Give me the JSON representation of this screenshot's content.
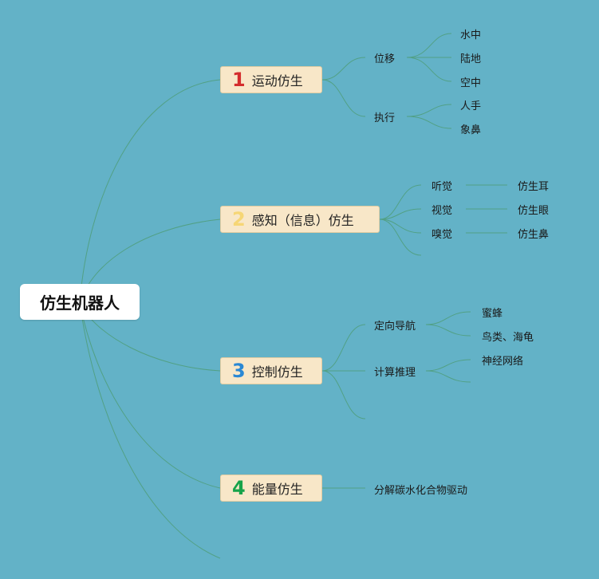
{
  "root": {
    "label": "仿生机器人"
  },
  "branches": [
    {
      "number": "1",
      "label": "运动仿生",
      "color": "#d42d2d",
      "children": [
        {
          "label": "位移",
          "children": [
            {
              "label": "水中"
            },
            {
              "label": "陆地"
            },
            {
              "label": "空中"
            }
          ]
        },
        {
          "label": "执行",
          "children": [
            {
              "label": "人手"
            },
            {
              "label": "象鼻"
            }
          ]
        }
      ]
    },
    {
      "number": "2",
      "label": "感知（信息）仿生",
      "color": "#f6d675",
      "children": [
        {
          "label": "听觉",
          "children": [
            {
              "label": "仿生耳"
            }
          ]
        },
        {
          "label": "视觉",
          "children": [
            {
              "label": "仿生眼"
            }
          ]
        },
        {
          "label": "嗅觉",
          "children": [
            {
              "label": "仿生鼻"
            }
          ]
        }
      ]
    },
    {
      "number": "3",
      "label": "控制仿生",
      "color": "#2a88d4",
      "children": [
        {
          "label": "定向导航",
          "children": [
            {
              "label": "蜜蜂"
            },
            {
              "label": "鸟类、海龟"
            }
          ]
        },
        {
          "label": "计算推理",
          "children": [
            {
              "label": "神经网络"
            }
          ]
        }
      ]
    },
    {
      "number": "4",
      "label": "能量仿生",
      "color": "#17a34a",
      "children": [
        {
          "label": "分解碳水化合物驱动"
        }
      ]
    }
  ]
}
